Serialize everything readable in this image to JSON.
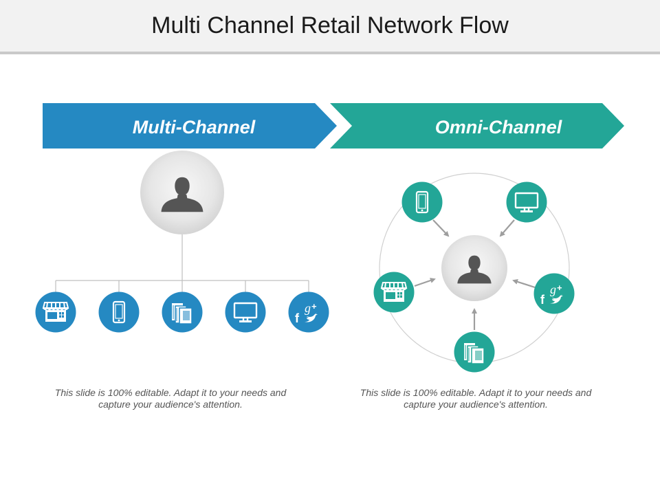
{
  "title": "Multi Channel Retail Network Flow",
  "banners": {
    "multi": "Multi-Channel",
    "omni": "Omni-Channel"
  },
  "colors": {
    "blue": "#2589c2",
    "teal": "#23a697",
    "person": "#555555",
    "connector": "#bfbfbf",
    "arrow": "#9e9e9e"
  },
  "channels": [
    "store-icon",
    "mobile-icon",
    "catalog-icon",
    "desktop-icon",
    "social-media-icon"
  ],
  "captions": {
    "left": "This slide is 100% editable. Adapt it to your needs and capture your audience's attention.",
    "right": "This slide is 100% editable. Adapt it to your needs and capture your audience's attention."
  }
}
